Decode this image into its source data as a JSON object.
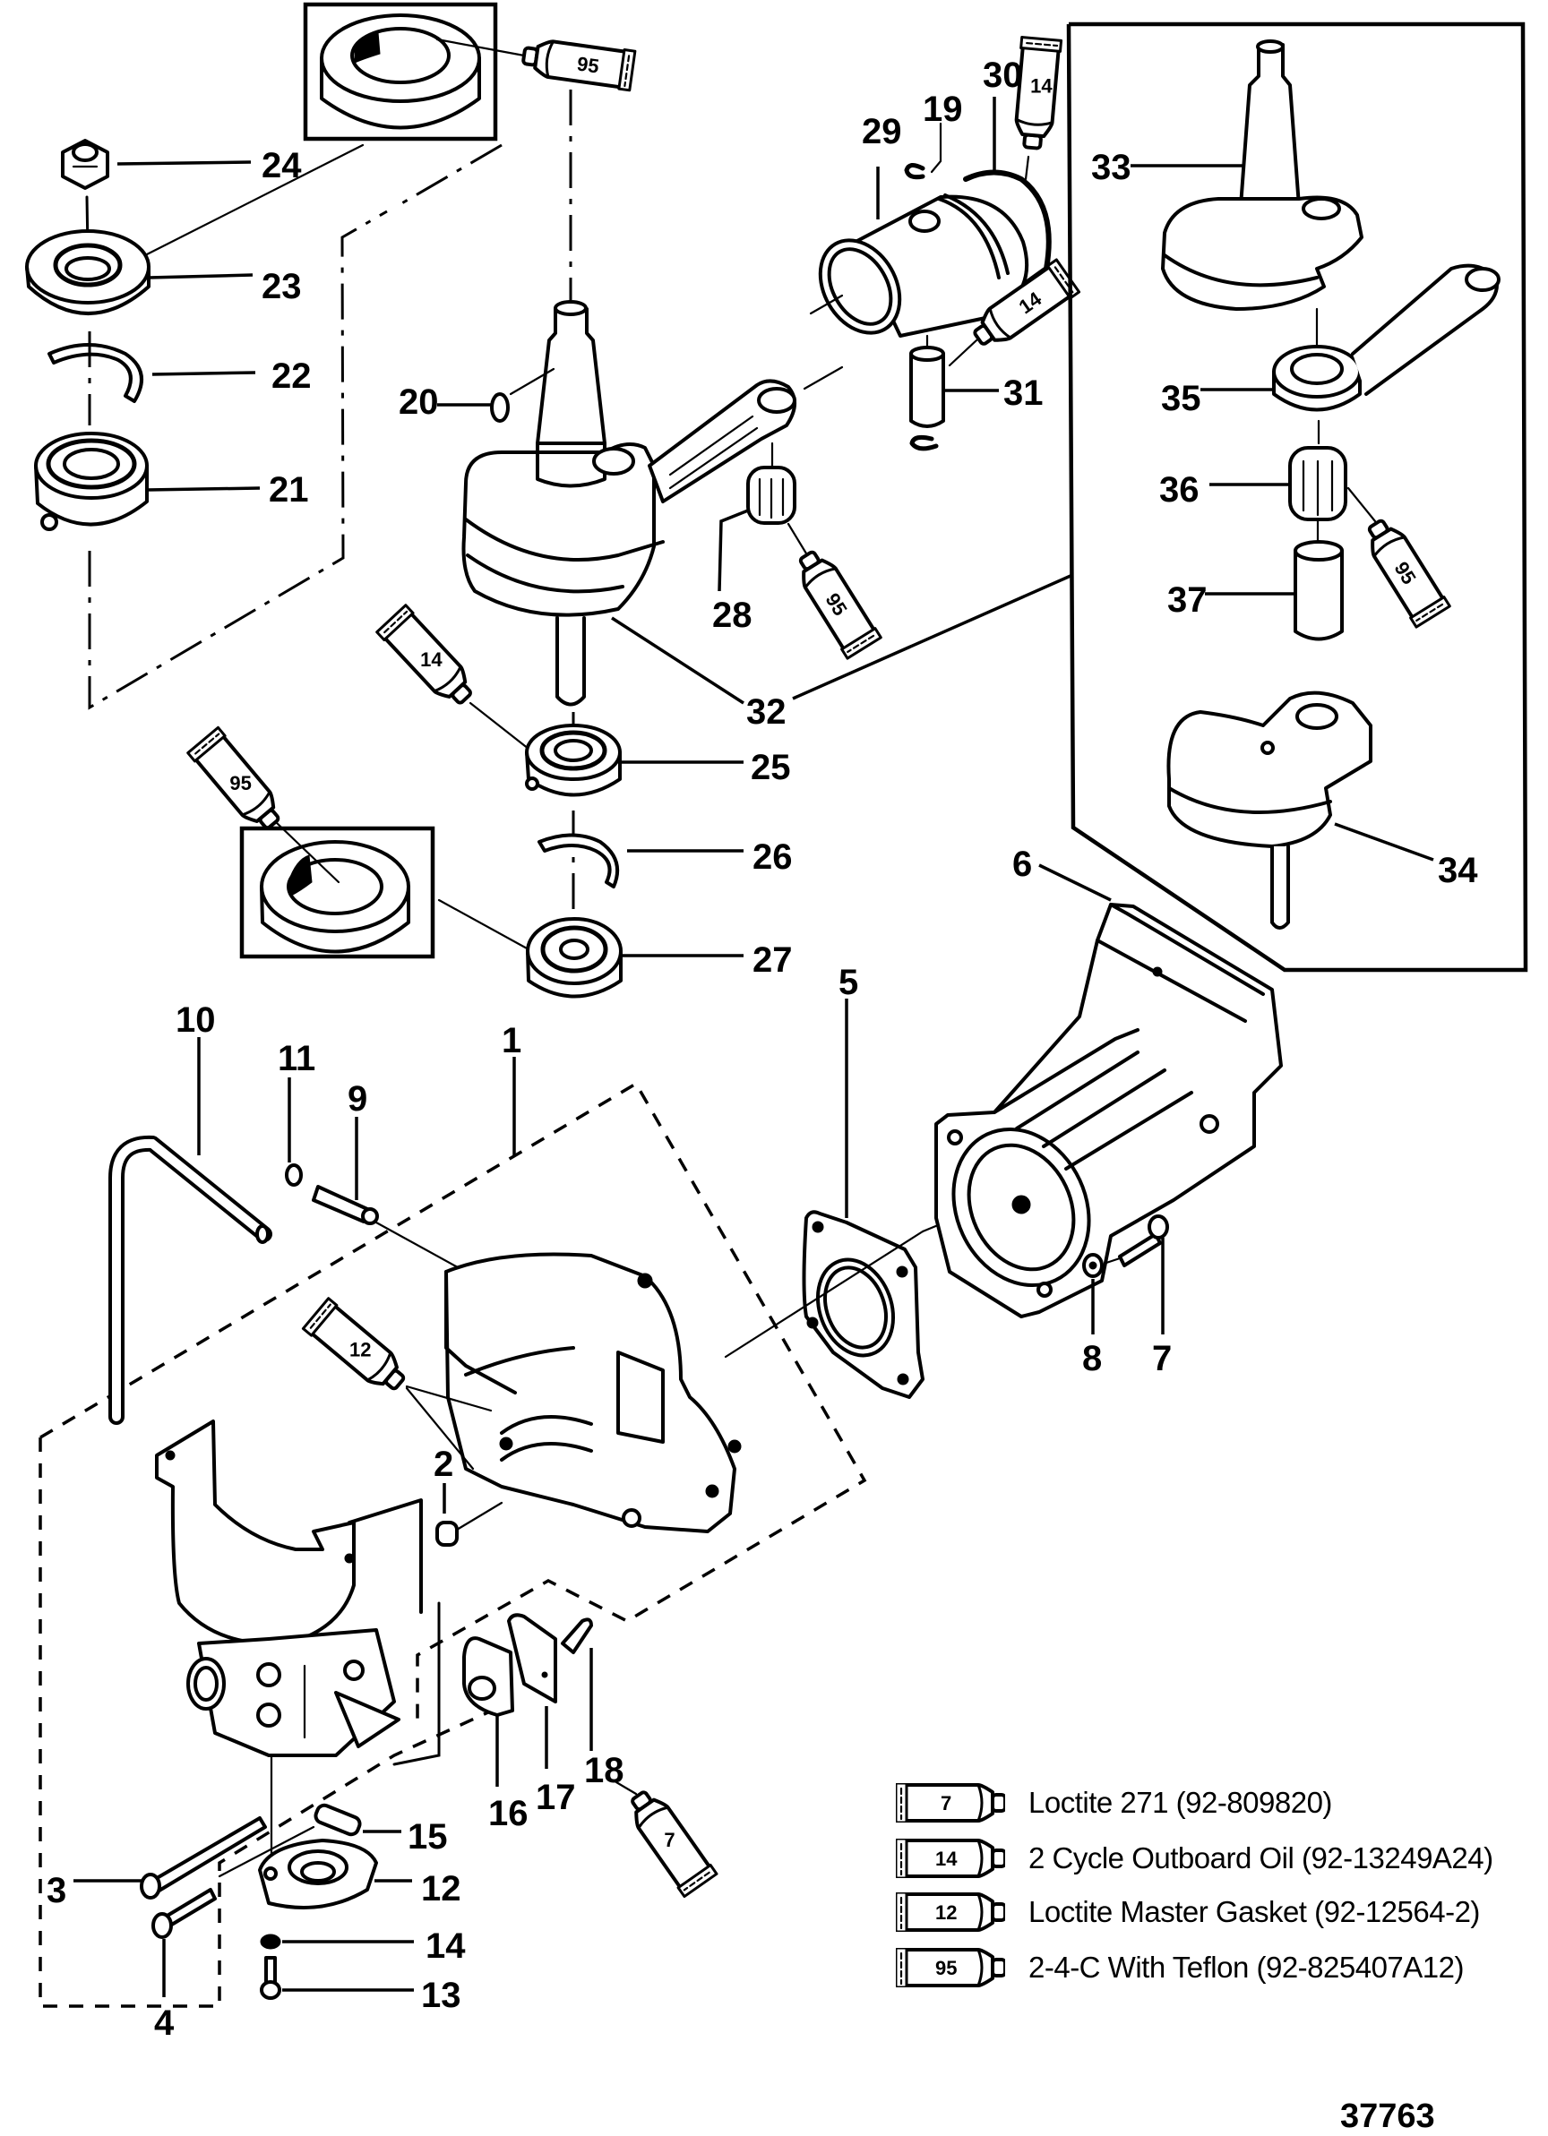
{
  "diagram": {
    "type": "exploded-parts-view",
    "figure_number": "37763",
    "callouts": {
      "c1": "1",
      "c2": "2",
      "c3": "3",
      "c4": "4",
      "c5": "5",
      "c6": "6",
      "c7": "7",
      "c8": "8",
      "c9": "9",
      "c10": "10",
      "c11": "11",
      "c12": "12",
      "c13": "13",
      "c14": "14",
      "c15": "15",
      "c16": "16",
      "c17": "17",
      "c18": "18",
      "c19": "19",
      "c20": "20",
      "c21": "21",
      "c22": "22",
      "c23": "23",
      "c24": "24",
      "c25": "25",
      "c26": "26",
      "c27": "27",
      "c28": "28",
      "c29": "29",
      "c30": "30",
      "c31": "31",
      "c32": "32",
      "c33": "33",
      "c34": "34",
      "c35": "35",
      "c36": "36",
      "c37": "37"
    },
    "lubricant_tubes": {
      "top_seal": "95",
      "piston_ring": "14",
      "piston_pin": "14",
      "needle_bearing": "95",
      "lower_bearing": "14",
      "lower_seal": "95",
      "right_needle_bearing": "95",
      "crankcase": "12",
      "reed_screw": "7"
    }
  },
  "legend": {
    "items": [
      {
        "code": "7",
        "label": "Loctite 271 (92-809820)"
      },
      {
        "code": "14",
        "label": "2 Cycle Outboard Oil (92-13249A24)"
      },
      {
        "code": "12",
        "label": "Loctite Master Gasket (92-12564-2)"
      },
      {
        "code": "95",
        "label": "2-4-C  With Teflon (92-825407A12)"
      }
    ]
  }
}
